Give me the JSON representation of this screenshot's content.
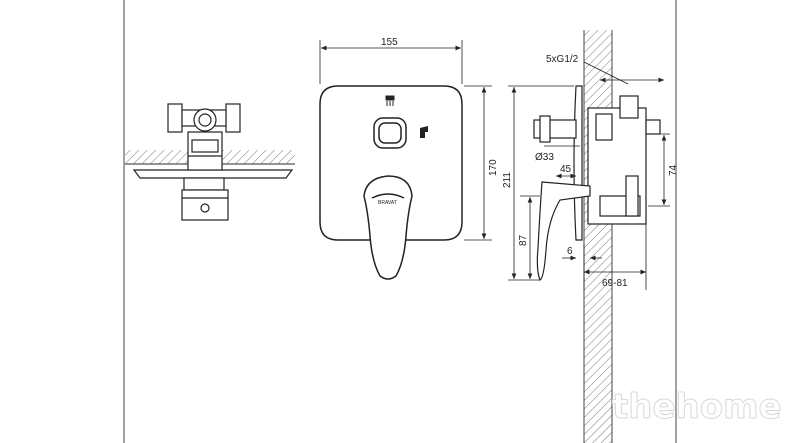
{
  "dimensions": {
    "plate_width": "155",
    "plate_height": "170",
    "total_height": "211",
    "lever_height": "87",
    "ports": "5xG1/2",
    "diameter": "Ø33",
    "angle_offset": "45",
    "wall_gap": "6",
    "depth_range": "69-81",
    "body_height": "74"
  },
  "watermark": {
    "text": "thehome"
  }
}
